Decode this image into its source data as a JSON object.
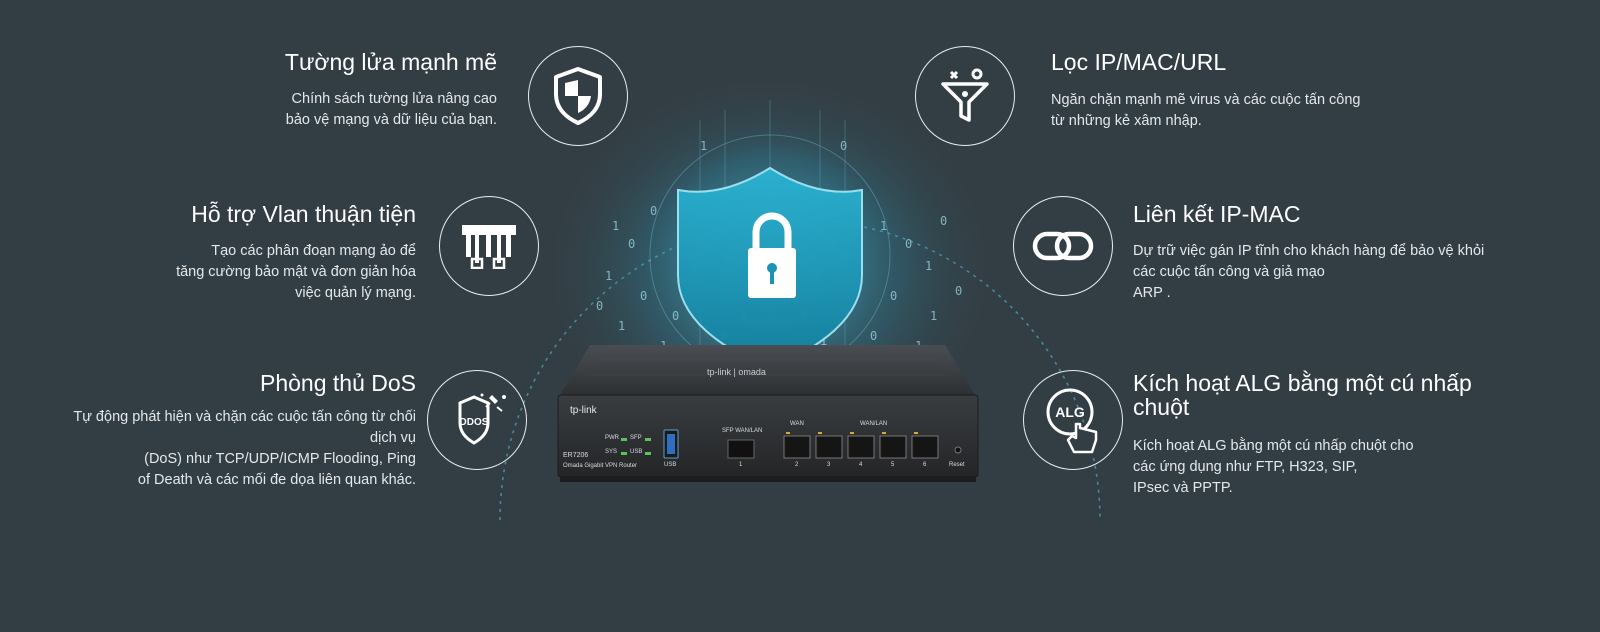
{
  "colors": {
    "background": "#333e44",
    "accent_cyan": "#3fc1dd",
    "shield_teal": "#1f9fbf",
    "icon_stroke": "#ffffff"
  },
  "features": {
    "firewall": {
      "title": "Tường lửa mạnh mẽ",
      "lines": [
        "Chính sách tường lửa nâng cao",
        "bảo vệ mạng và dữ liệu của bạn."
      ],
      "icon": "shield-icon"
    },
    "vlan": {
      "title": "Hỗ trợ Vlan thuận tiện",
      "lines": [
        "Tạo các phân đoạn mạng ảo để",
        "tăng cường bảo mật và đơn giản hóa",
        "việc quản lý mạng."
      ],
      "icon": "network-vlan-icon"
    },
    "dos": {
      "title": "Phòng thủ DoS",
      "lines": [
        "Tự động phát hiện và chặn các cuộc tấn công từ chối",
        "dịch vụ",
        "(DoS) như TCP/UDP/ICMP Flooding, Ping",
        "of Death và các mối đe dọa liên quan khác."
      ],
      "icon": "ddos-icon",
      "icon_label": "DDOS"
    },
    "filter": {
      "title": "Lọc IP/MAC/URL",
      "lines": [
        "Ngăn chặn mạnh mẽ virus và các cuộc tấn công",
        "từ những kẻ xâm nhập."
      ],
      "icon": "filter-icon"
    },
    "binding": {
      "title": "Liên kết IP-MAC",
      "lines": [
        "Dự trữ việc gán IP tĩnh cho khách hàng để bảo vệ khỏi",
        "các cuộc tấn công và giả mạo",
        "ARP ."
      ],
      "icon": "link-icon"
    },
    "alg": {
      "title": "Kích hoạt ALG bằng một cú nhấp chuột",
      "lines": [
        "Kích hoạt ALG bằng một cú nhấp chuột cho",
        "các ứng dụng như FTP, H323, SIP,",
        "IPsec và PPTP."
      ],
      "icon": "alg-click-icon",
      "icon_label": "ALG"
    }
  },
  "router": {
    "brand_top": "tp-link | omada",
    "brand_front": "tp-link",
    "model": "ER7206",
    "subtitle": "Omada Gigabit VPN Router",
    "led_labels": [
      "PWR",
      "SFP",
      "SYS",
      "USB"
    ],
    "usb_label": "USB",
    "sfp_label": "SFP WAN/LAN",
    "sfp_port_number": "1",
    "wan_label": "WAN",
    "wanlan_label": "WAN/LAN",
    "port_numbers": [
      "2",
      "3",
      "4",
      "5",
      "6"
    ],
    "reset_label": "Reset"
  }
}
